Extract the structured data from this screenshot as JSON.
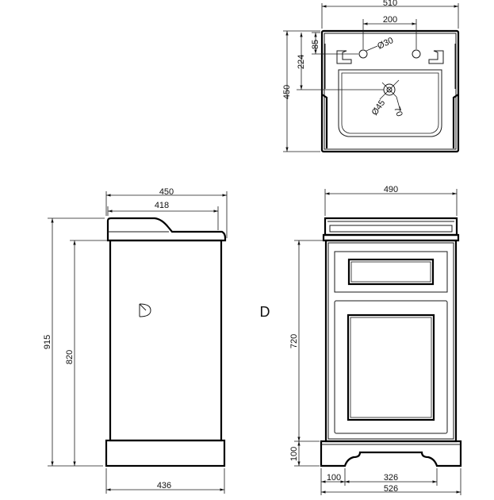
{
  "top_view": {
    "width": "510",
    "tap_spacing": "200",
    "tap_offset": "85",
    "waste_offset": "224",
    "depth": "450",
    "tap_hole": "Ø30",
    "waste_hole": "Ø45",
    "waste_offset_diag": "70"
  },
  "side_view": {
    "top_depth": "450",
    "body_depth": "418",
    "overall_height": "915",
    "body_height": "820",
    "plinth_depth": "436",
    "door_hinge_symbol": "D"
  },
  "front_view": {
    "top_width": "490",
    "cabinet_height": "720",
    "plinth_height": "100",
    "plinth_side": "100",
    "plinth_cutout": "326",
    "overall_width": "526"
  }
}
